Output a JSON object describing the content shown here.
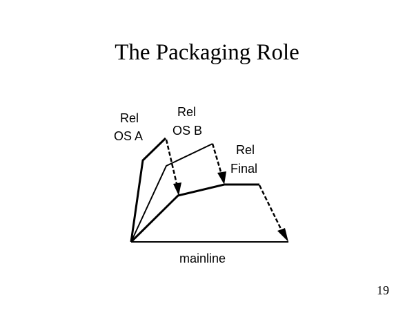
{
  "slide": {
    "title": "The Packaging Role",
    "page_number": "19"
  },
  "diagram": {
    "labels": {
      "os_a": [
        "Rel",
        "OS A"
      ],
      "os_b": [
        "Rel",
        "OS B"
      ],
      "final": [
        "Rel",
        "Final"
      ],
      "mainline": "mainline"
    }
  }
}
